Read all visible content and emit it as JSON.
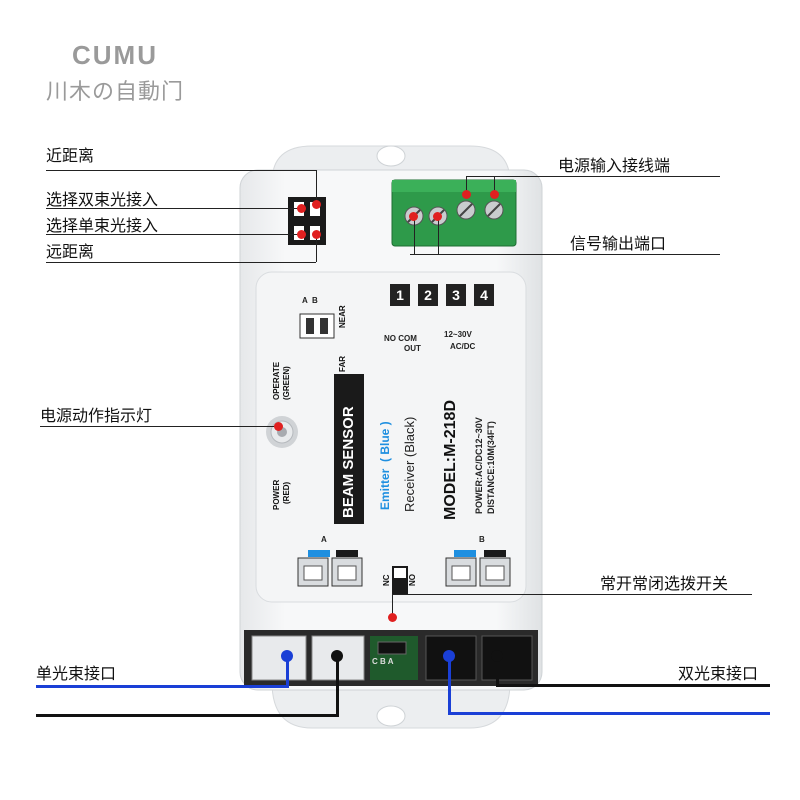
{
  "brand": {
    "name": "CUMU",
    "subtitle": "川木の自動门"
  },
  "callouts": {
    "near_distance": "近距离",
    "dual_beam_select": "选择双束光接入",
    "single_beam_select": "选择单束光接入",
    "far_distance": "远距离",
    "power_input_terminal": "电源输入接线端",
    "signal_output_port": "信号输出端口",
    "power_indicator": "电源动作指示灯",
    "no_nc_switch": "常开常闭选拨开关",
    "single_beam_port": "单光束接口",
    "dual_beam_port": "双光束接口"
  },
  "panel": {
    "terminal_numbers": [
      "1",
      "2",
      "3",
      "4"
    ],
    "out_label": "OUT",
    "no_com_label": "NO COM",
    "voltage_label": "12~30V",
    "acdc_label": "AC/DC",
    "near_label": "NEAR",
    "far_label": "FAR",
    "dip_a": "A",
    "dip_b": "B",
    "operate_label": "OPERATE",
    "operate_color": "(GREEN)",
    "power_led_label": "POWER",
    "power_led_color": "(RED)",
    "title": "BEAM SENSOR",
    "emitter": "Emitter",
    "emitter_color": "( Blue )",
    "receiver": "Receiver (Black)",
    "model": "MODEL:M-218D",
    "power_spec": "POWER:AC/DC12~30V",
    "distance_spec": "DISTANCE:10M(34FT)",
    "nc_label": "NC",
    "no_label": "NO",
    "connector_a": "A",
    "connector_b": "B",
    "bottom_cba": "C B A"
  },
  "colors": {
    "blue_wire": "#1a3fd6",
    "black_wire": "#111111",
    "red_dot": "#e02020",
    "terminal_green": "#2e9a4a",
    "emitter_blue": "#1e8fe0"
  }
}
